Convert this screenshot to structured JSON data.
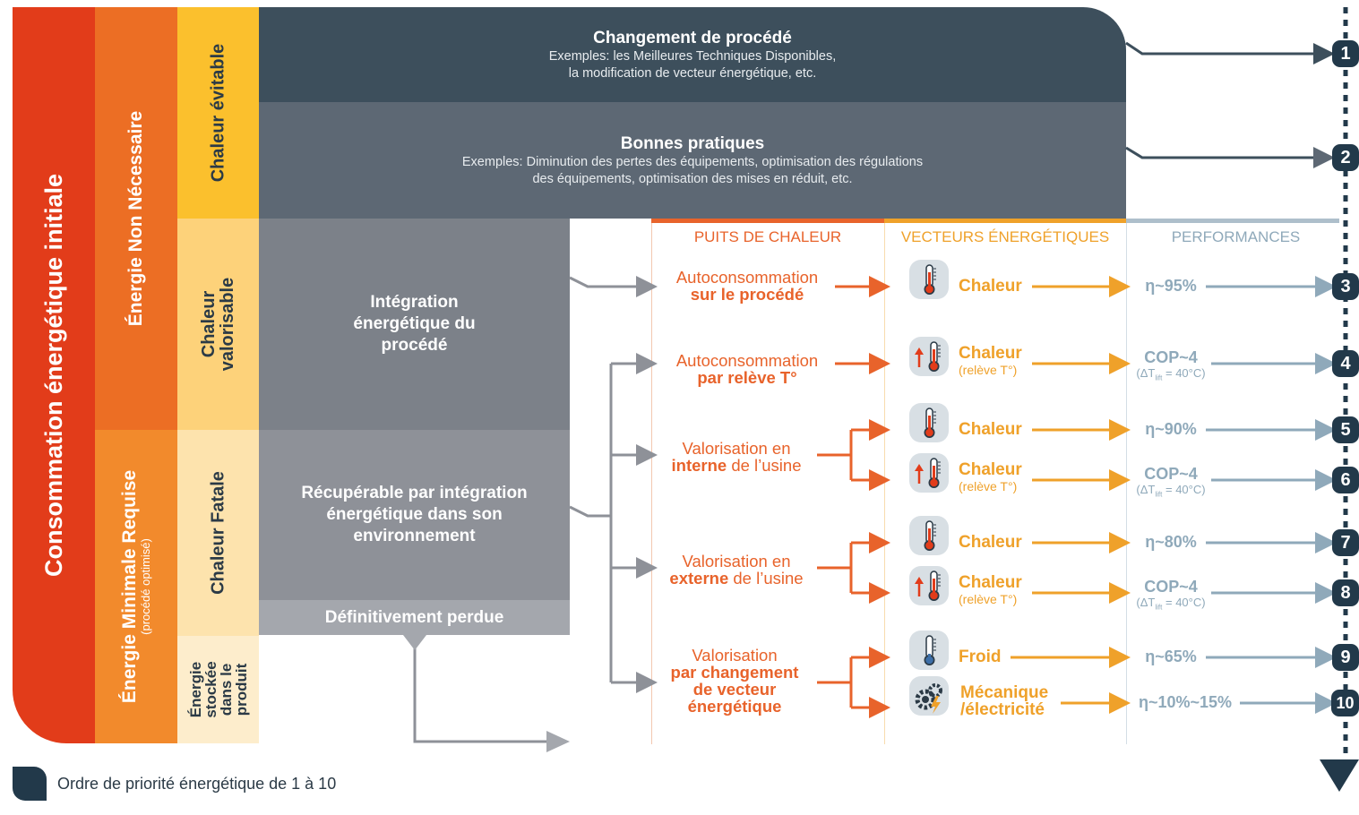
{
  "left_columns": {
    "col1": "Consommation énergétique initiale",
    "col2_top": "Énergie Non Nécessaire",
    "col2_bottom": "Énergie Minimale Requise",
    "col2_bottom_sub": "(procédé optimisé)",
    "col3_a": "Chaleur évitable",
    "col3_b": "Chaleur valorisable",
    "col3_c": "Chaleur Fatale",
    "col3_d": "Énergie stockée dans le produit"
  },
  "headers": {
    "process_change": {
      "title": "Changement de procédé",
      "line1": "Exemples: les Meilleures Techniques Disponibles,",
      "line2": "la modification de vecteur énergétique, etc."
    },
    "good_practices": {
      "title": "Bonnes pratiques",
      "line1": "Exemples: Diminution des pertes des équipements, optimisation des régulations",
      "line2": "des équipements, optimisation des mises en réduit, etc."
    }
  },
  "process_boxes": {
    "integration": "Intégration énergétique du procédé",
    "recoverable": "Récupérable par intégration énergétique dans son environnement",
    "lost": "Définitivement perdue"
  },
  "column_headers": {
    "sinks": "PUITS DE CHALEUR",
    "vectors": "VECTEURS ÉNERGÉTIQUES",
    "performance": "PERFORMANCES"
  },
  "sinks": {
    "s1_a": "Autoconsommation",
    "s1_b": "sur le procédé",
    "s2_a": "Autoconsommation",
    "s2_b": "par relève T°",
    "s3_a": "Valorisation en",
    "s3_b": "interne",
    "s3_c": " de l’usine",
    "s4_a": "Valorisation en",
    "s4_b": "externe",
    "s4_c": " de l’usine",
    "s5_a": "Valorisation",
    "s5_b": "par changement",
    "s5_c": "de vecteur",
    "s5_d": "énergétique"
  },
  "vectors": [
    {
      "label": "Chaleur",
      "sub": "",
      "icon": "thermometer-icon"
    },
    {
      "label": "Chaleur",
      "sub": "(relève T°)",
      "icon": "thermometer-lift-icon"
    },
    {
      "label": "Chaleur",
      "sub": "",
      "icon": "thermometer-icon"
    },
    {
      "label": "Chaleur",
      "sub": "(relève T°)",
      "icon": "thermometer-lift-icon"
    },
    {
      "label": "Chaleur",
      "sub": "",
      "icon": "thermometer-icon"
    },
    {
      "label": "Chaleur",
      "sub": "(relève T°)",
      "icon": "thermometer-lift-icon"
    },
    {
      "label": "Froid",
      "sub": "",
      "icon": "cold-thermometer-icon"
    },
    {
      "label": "Mécanique",
      "sub": "/électricité",
      "icon": "gear-lightning-icon"
    }
  ],
  "performances": [
    {
      "value": "η~95%",
      "sub": ""
    },
    {
      "value": "COP~4",
      "sub": "(ΔT",
      "sub_index": "lift",
      "sub_tail": " = 40°C)"
    },
    {
      "value": "η~90%",
      "sub": ""
    },
    {
      "value": "COP~4",
      "sub": "(ΔT",
      "sub_index": "lift",
      "sub_tail": " = 40°C)"
    },
    {
      "value": "η~80%",
      "sub": ""
    },
    {
      "value": "COP~4",
      "sub": "(ΔT",
      "sub_index": "lift",
      "sub_tail": " = 40°C)"
    },
    {
      "value": "η~65%",
      "sub": ""
    },
    {
      "value": "η~10%~15%",
      "sub": ""
    }
  ],
  "priority_numbers": [
    "1",
    "2",
    "3",
    "4",
    "5",
    "6",
    "7",
    "8",
    "9",
    "10"
  ],
  "legend": "Ordre de priorité énergétique de 1 à 10",
  "colors": {
    "red": "#e23c1a",
    "orange": "#ec6e24",
    "yellow": "#fbc02d",
    "light_yellow": "#fdd27a",
    "pale_yellow": "#fde3ad",
    "dark_slate": "#3d4f5c",
    "slate": "#5d6874",
    "grey": "#7c8189",
    "light_grey": "#a4a7ad",
    "navy": "#22394a",
    "sink_orange": "#e8632b",
    "vector_amber": "#efa12a",
    "perf_blue": "#8fa9ba"
  }
}
